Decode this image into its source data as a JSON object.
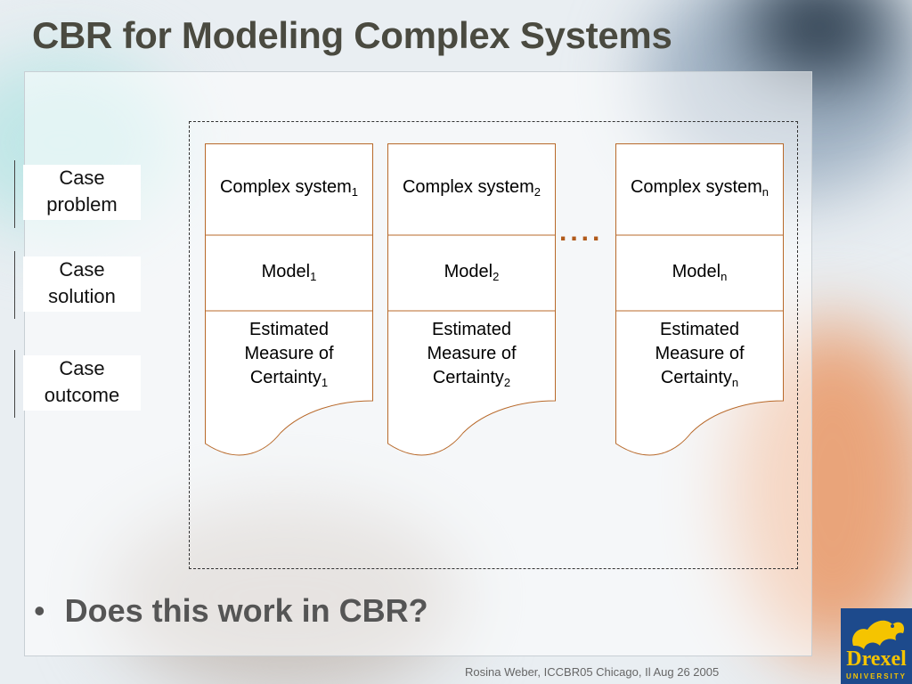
{
  "slide": {
    "title": "CBR for Modeling Complex Systems",
    "bullet": "Does this work in CBR?",
    "footer": "Rosina Weber, ICCBR05 Chicago, Il Aug 26 2005"
  },
  "side_labels": [
    {
      "line1": "Case",
      "line2": "problem"
    },
    {
      "line1": "Case",
      "line2": "solution"
    },
    {
      "line1": "Case",
      "line2": "outcome"
    }
  ],
  "columns": [
    {
      "system": "Complex system",
      "system_sub": "1",
      "model": "Model",
      "model_sub": "1",
      "cert1": "Estimated",
      "cert2": "Measure of",
      "cert3": "Certainty",
      "cert_sub": "1"
    },
    {
      "system": "Complex system",
      "system_sub": "2",
      "model": "Model",
      "model_sub": "2",
      "cert1": "Estimated",
      "cert2": "Measure of",
      "cert3": "Certainty",
      "cert_sub": "2"
    },
    {
      "system": "Complex system",
      "system_sub": "n",
      "model": "Model",
      "model_sub": "n",
      "cert1": "Estimated",
      "cert2": "Measure of",
      "cert3": "Certainty",
      "cert_sub": "n"
    }
  ],
  "ellipsis": "....",
  "logo": {
    "name": "Drexel",
    "subtitle": "UNIVERSITY"
  },
  "colors": {
    "box_border": "#b8692a",
    "title": "#4a4a40",
    "logo_bg": "#1d4a8c",
    "logo_fg": "#f5c400"
  }
}
